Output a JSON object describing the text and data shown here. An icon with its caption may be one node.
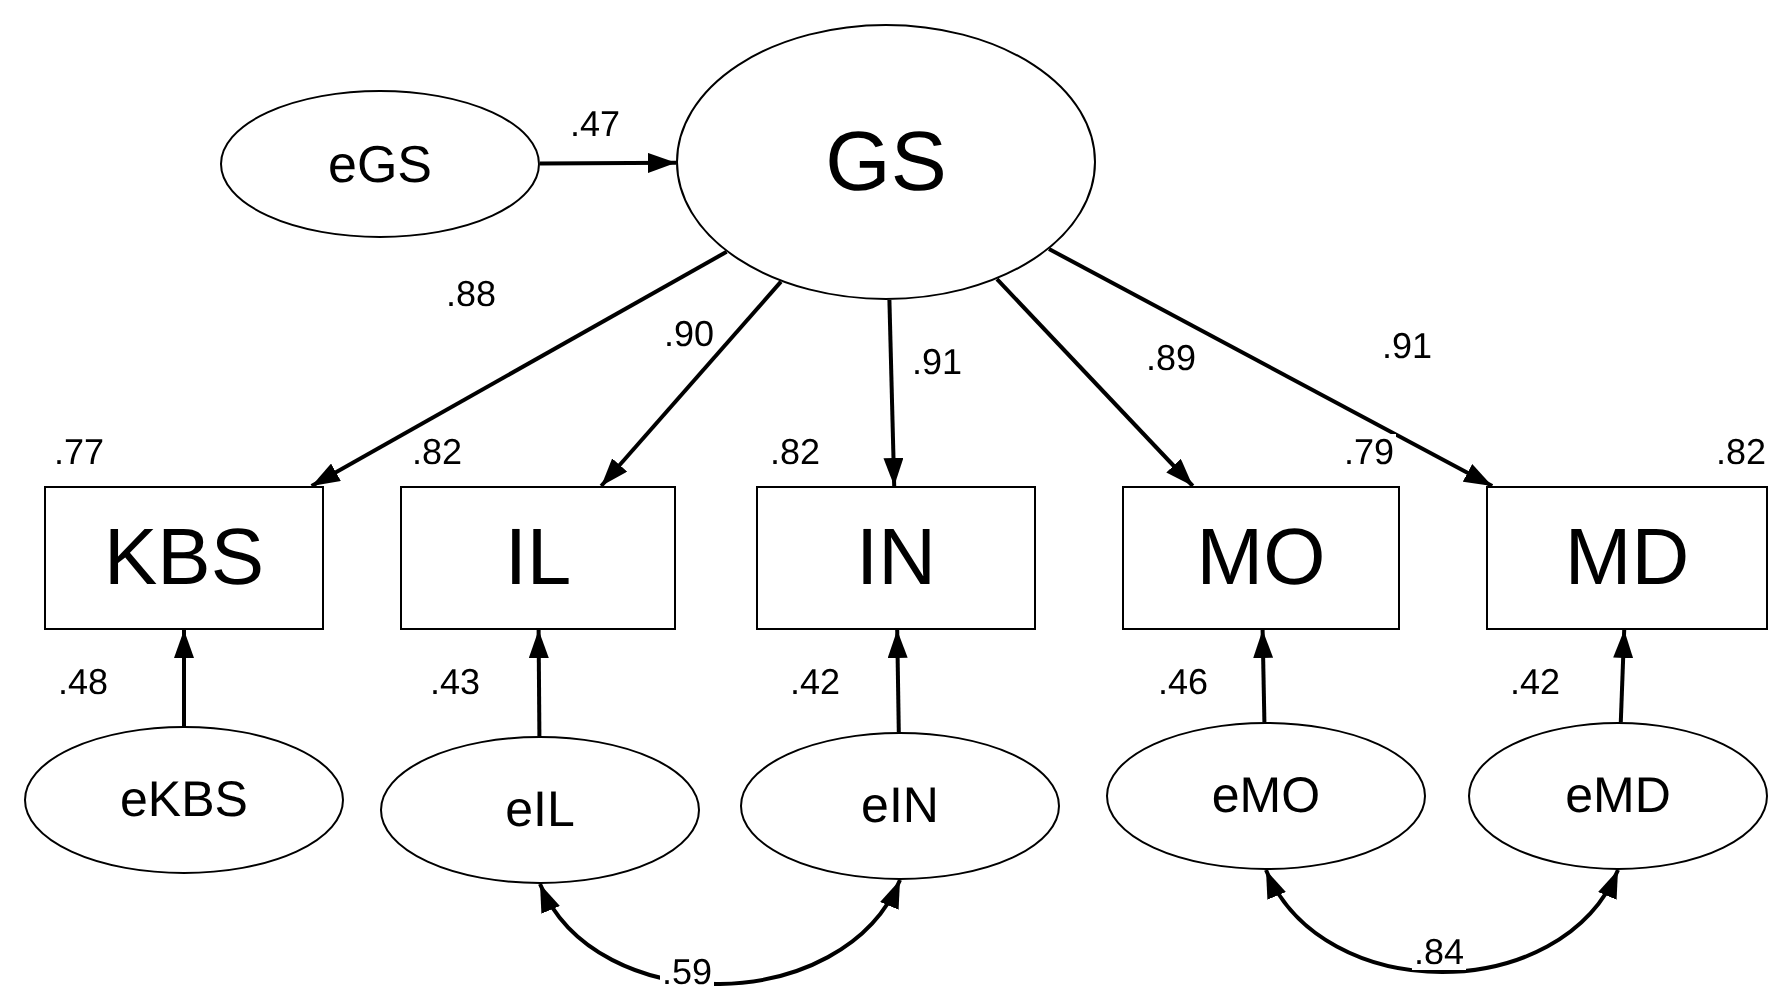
{
  "diagram": {
    "nodes": [
      {
        "text": [
          "eGS"
        ]
      },
      {
        "text": [
          "GS"
        ]
      },
      {
        "text": [
          "KBS"
        ],
        "beside": [
          ".77"
        ]
      },
      {
        "text": [
          "IL"
        ],
        "beside": [
          ".82"
        ]
      },
      {
        "text": [
          "IN"
        ],
        "beside": [
          ".82"
        ]
      },
      {
        "text": [
          "MO"
        ],
        "beside": [
          ".79"
        ]
      },
      {
        "text": [
          "MD"
        ],
        "beside": [
          ".82"
        ]
      },
      {
        "text": [
          "eKBS"
        ]
      },
      {
        "text": [
          "eIL"
        ]
      },
      {
        "text": [
          "eIN"
        ]
      },
      {
        "text": [
          "eMO"
        ]
      },
      {
        "text": [
          "eMD"
        ]
      }
    ],
    "edges": [
      {
        "from": 0,
        "to": 1,
        "arrow": "to",
        "label": ".47"
      },
      {
        "from": 1,
        "to": 2,
        "arrow": "to",
        "label": ".88"
      },
      {
        "from": 1,
        "to": 3,
        "arrow": "to",
        "label": ".90"
      },
      {
        "from": 1,
        "to": 4,
        "arrow": "to",
        "label": ".91"
      },
      {
        "from": 1,
        "to": 5,
        "arrow": "to",
        "label": ".89"
      },
      {
        "from": 1,
        "to": 6,
        "arrow": "to",
        "label": ".91"
      },
      {
        "from": 7,
        "to": 2,
        "arrow": "to",
        "label": ".48"
      },
      {
        "from": 8,
        "to": 3,
        "arrow": "to",
        "label": ".43"
      },
      {
        "from": 9,
        "to": 4,
        "arrow": "to",
        "label": ".42"
      },
      {
        "from": 10,
        "to": 5,
        "arrow": "to",
        "label": ".46"
      },
      {
        "from": 11,
        "to": 6,
        "arrow": "to",
        "label": ".42"
      },
      {
        "from": 8,
        "to": 9,
        "arrow": "both",
        "label": ".59"
      },
      {
        "from": 10,
        "to": 11,
        "arrow": "both",
        "label": ".84"
      }
    ]
  }
}
